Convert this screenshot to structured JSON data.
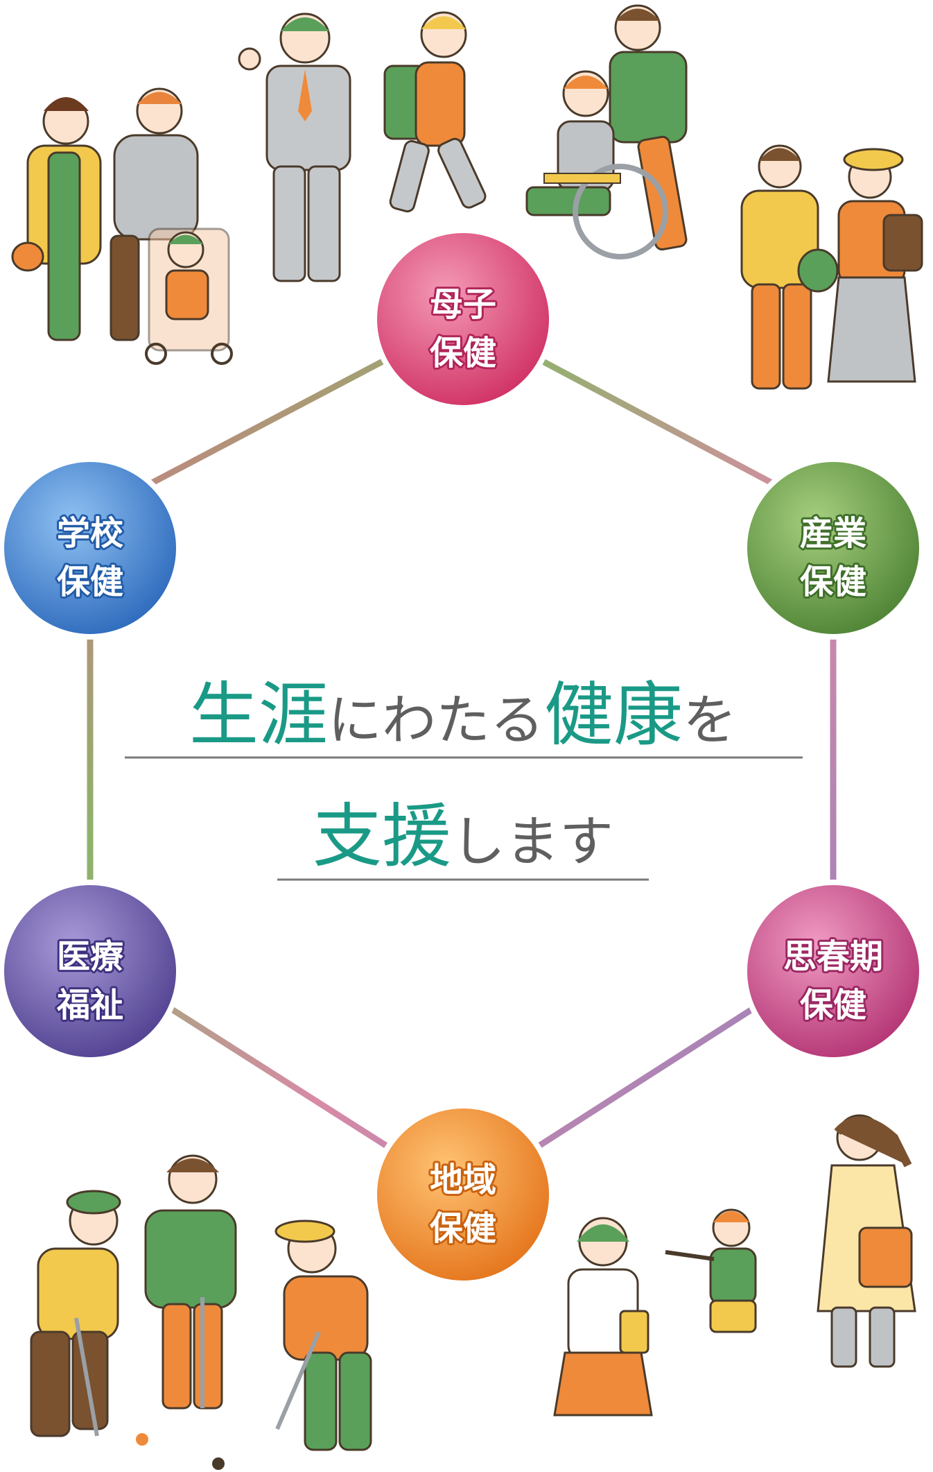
{
  "headline": {
    "line1": {
      "accent1": "生",
      "accent2": "涯",
      "plain1": "にわたる",
      "accent3": "健康",
      "plain2": "を"
    },
    "line2": {
      "accent": "支援",
      "plain": "します"
    },
    "accent_color": "#1a9a86",
    "text_color": "#5f5f5f"
  },
  "nodes": [
    {
      "id": "boshi",
      "line1": "母子",
      "line2": "保健",
      "color": "#d9406e"
    },
    {
      "id": "sangyo",
      "line1": "産業",
      "line2": "保健",
      "color": "#5e9441"
    },
    {
      "id": "shishunki",
      "line1": "思春期",
      "line2": "保健",
      "color": "#c0407e"
    },
    {
      "id": "chiiki",
      "line1": "地域",
      "line2": "保健",
      "color": "#ea8427"
    },
    {
      "id": "iryo",
      "line1": "医療",
      "line2": "福祉",
      "color": "#5f4b9e"
    },
    {
      "id": "gakko",
      "line1": "学校",
      "line2": "保健",
      "color": "#3977c9"
    }
  ],
  "illustrations": [
    {
      "name": "mother-with-stroller-icon"
    },
    {
      "name": "businessman-icon"
    },
    {
      "name": "schoolchild-icon"
    },
    {
      "name": "wheelchair-caregiver-icon"
    },
    {
      "name": "two-women-shopping-icon"
    },
    {
      "name": "elderly-gateball-players-icon"
    },
    {
      "name": "student-child-mother-icon"
    }
  ]
}
